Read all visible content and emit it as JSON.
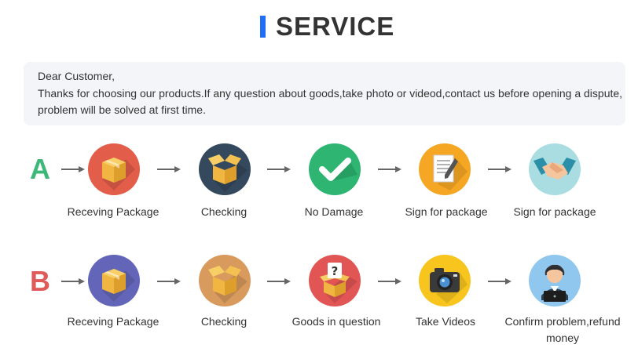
{
  "header": {
    "title": "SERVICE"
  },
  "notice": {
    "greeting": "Dear Customer,",
    "line1": "Thanks for choosing our products.If any question about goods,take photo or videod,contact us before opening a dispute,",
    "line2": "problem will be solved at first time."
  },
  "colors": {
    "accent": "#1e6ff5",
    "row_a_letter": "#3cb879",
    "row_b_letter": "#e05a5a",
    "arrow": "#666666"
  },
  "row_a": {
    "letter": "A",
    "steps": [
      {
        "label": "Receving Package",
        "icon": "package-box-icon",
        "bg": "#e25d4a"
      },
      {
        "label": "Checking",
        "icon": "open-box-icon",
        "bg": "#34495e"
      },
      {
        "label": "No Damage",
        "icon": "checkmark-icon",
        "bg": "#2db571"
      },
      {
        "label": "Sign for package",
        "icon": "document-sign-icon",
        "bg": "#f5a623"
      },
      {
        "label": "Sign for package",
        "icon": "handshake-icon",
        "bg": "#a9dde2"
      }
    ]
  },
  "row_b": {
    "letter": "B",
    "steps": [
      {
        "label": "Receving Package",
        "icon": "package-box-icon",
        "bg": "#6366b8"
      },
      {
        "label": "Checking",
        "icon": "open-box-icon",
        "bg": "#d99a5e"
      },
      {
        "label": "Goods in question",
        "icon": "question-box-icon",
        "bg": "#e25555"
      },
      {
        "label": "Take Videos",
        "icon": "camera-icon",
        "bg": "#f7c51e"
      },
      {
        "label": "Confirm problem,refund money",
        "icon": "support-agent-icon",
        "bg": "#8fc7ee"
      }
    ]
  }
}
